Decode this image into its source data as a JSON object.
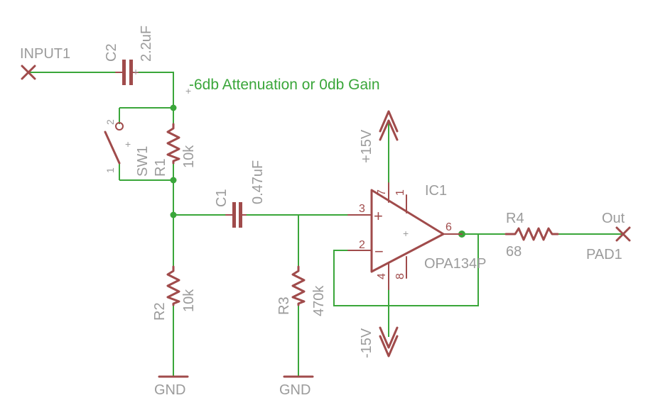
{
  "note": "-6db Attenuation or 0db Gain",
  "input": {
    "name": "INPUT1"
  },
  "output": {
    "name": "PAD1",
    "value": "Out"
  },
  "c2": {
    "name": "C2",
    "value": "2.2uF"
  },
  "c1": {
    "name": "C1",
    "value": "0.47uF"
  },
  "r1": {
    "name": "R1",
    "value": "10k"
  },
  "r2": {
    "name": "R2",
    "value": "10k"
  },
  "r3": {
    "name": "R3",
    "value": "470k"
  },
  "r4": {
    "name": "R4",
    "value": "68"
  },
  "sw1": {
    "name": "SW1",
    "pin1": "1",
    "pin2": "2"
  },
  "ic1": {
    "name": "IC1",
    "part": "OPA134P",
    "pins": {
      "p1": "1",
      "p2": "2",
      "p3": "3",
      "p4": "4",
      "p6": "6",
      "p7": "7",
      "p8": "8"
    },
    "plus": "+",
    "minus": "−"
  },
  "supply": {
    "pos": "+15V",
    "neg": "-15V"
  },
  "ground": {
    "left": "GND",
    "right": "GND"
  },
  "colors": {
    "wire": "#3aa63a",
    "component": "#a04b4b",
    "label": "#9b9b9b",
    "background": "#ffffff"
  }
}
